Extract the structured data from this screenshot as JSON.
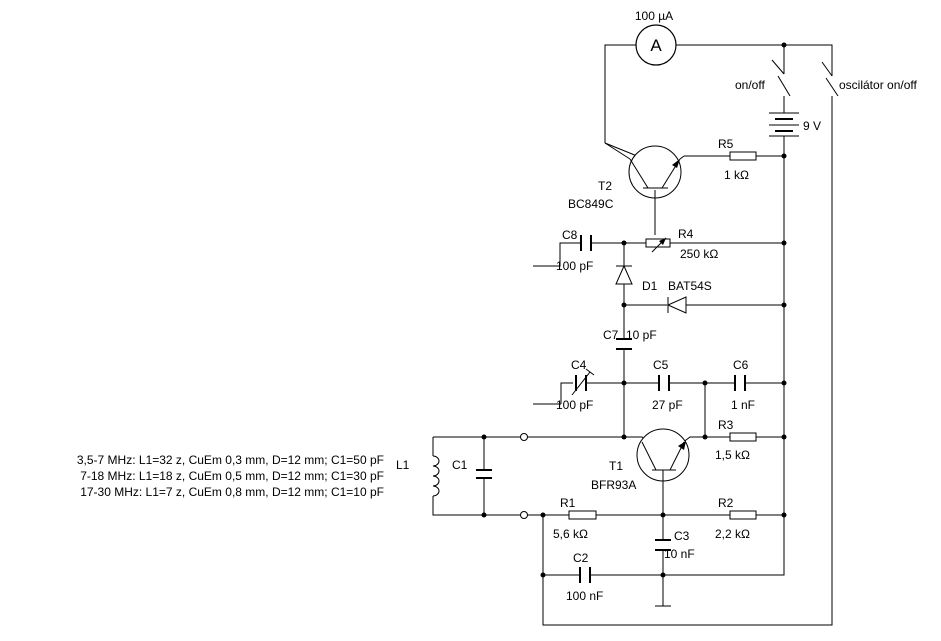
{
  "labels": {
    "ammeter_range": "100 µA",
    "ammeter_symbol": "A",
    "switch_power": "on/off",
    "switch_osc": "oscilátor on/off",
    "battery": "9 V",
    "r5": "R5",
    "r5_val": "1 kΩ",
    "t2": "T2",
    "t2_type": "BC849C",
    "c8": "C8",
    "c8_val": "100 pF",
    "r4": "R4",
    "r4_val": "250 kΩ",
    "d1": "D1",
    "d1_type": "BAT54S",
    "c7": "C7",
    "c7_val": "10 pF",
    "c4": "C4",
    "c4_val": "100 pF",
    "c5": "C5",
    "c5_val": "27 pF",
    "c6": "C6",
    "c6_val": "1 nF",
    "r3": "R3",
    "r3_val": "1,5 kΩ",
    "t1": "T1",
    "t1_type": "BFR93A",
    "l1": "L1",
    "c1": "C1",
    "r1": "R1",
    "r1_val": "5,6 kΩ",
    "r2": "R2",
    "r2_val": "2,2 kΩ",
    "c3": "C3",
    "c3_val": "10 nF",
    "c2": "C2",
    "c2_val": "100 nF"
  },
  "coil_notes": [
    "3,5-7 MHz: L1=32 z, CuEm 0,3 mm, D=12 mm; C1=50 pF",
    "7-18 MHz: L1=18 z, CuEm 0,5 mm, D=12 mm; C1=30 pF",
    "17-30 MHz: L1=7 z, CuEm 0,8 mm, D=12 mm; C1=10 pF"
  ]
}
